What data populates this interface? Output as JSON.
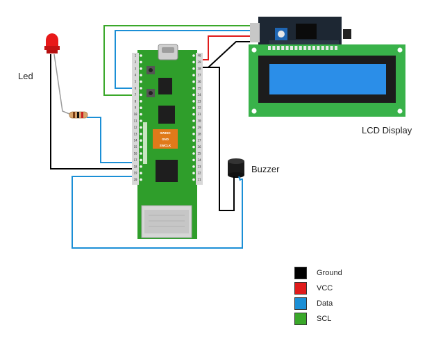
{
  "labels": {
    "led": "Led",
    "lcd": "LCD Display",
    "buzzer": "Buzzer"
  },
  "board": {
    "chip_labels": [
      "SWDIO",
      "GND",
      "SWCLK"
    ],
    "left_pins": [
      "1",
      "2",
      "3",
      "4",
      "5",
      "6",
      "7",
      "8",
      "9",
      "10",
      "11",
      "12",
      "13",
      "14",
      "15",
      "16",
      "17",
      "18",
      "19",
      "20"
    ],
    "right_pins": [
      "40",
      "39",
      "38",
      "37",
      "36",
      "35",
      "34",
      "33",
      "32",
      "31",
      "30",
      "29",
      "28",
      "27",
      "26",
      "25",
      "24",
      "23",
      "22",
      "21"
    ]
  },
  "legend": [
    {
      "label": "Ground",
      "color": "#000000"
    },
    {
      "label": "VCC",
      "color": "#e01b1b"
    },
    {
      "label": "Data",
      "color": "#1b8fd6"
    },
    {
      "label": "SCL",
      "color": "#3aa82a"
    }
  ],
  "colors": {
    "ground": "#000000",
    "vcc": "#e01b1b",
    "data": "#1b8fd6",
    "scl": "#3aa82a",
    "pcb": "#2f9e2b",
    "lcd_frame": "#39b24a",
    "lcd_screen": "#2b8ee8",
    "i2c_board": "#1d2733"
  }
}
